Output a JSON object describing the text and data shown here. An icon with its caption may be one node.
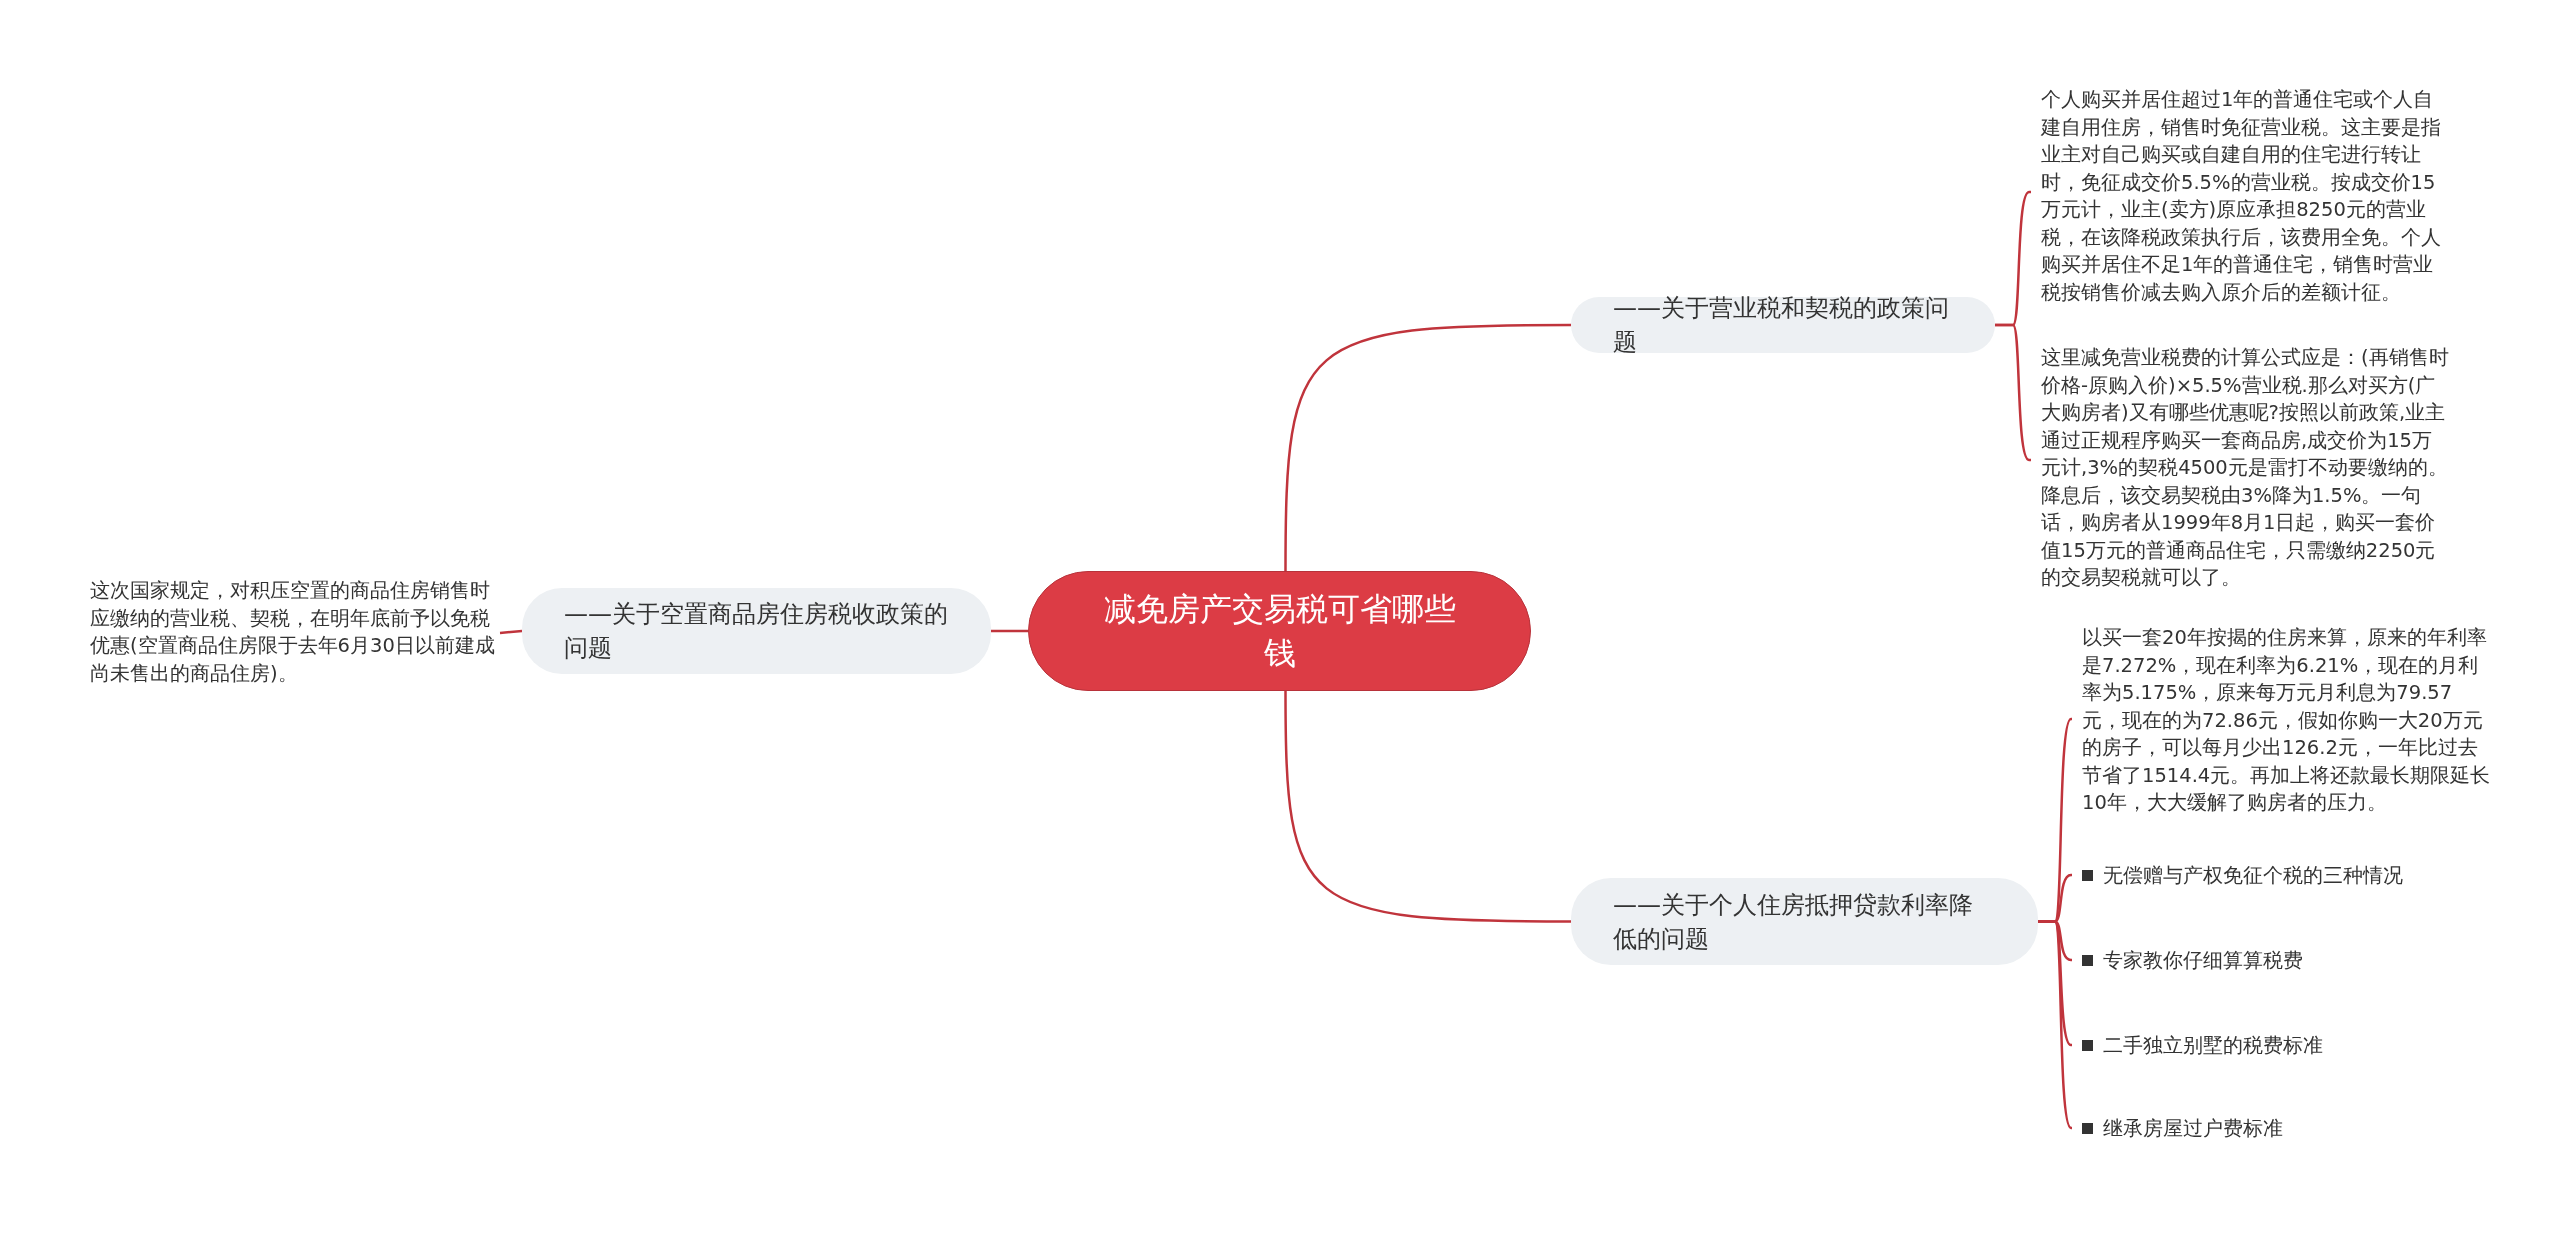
{
  "diagram": {
    "nodes": [
      {
        "text": [
          "减免房产交易税可省哪些钱"
        ]
      },
      {
        "text": [
          "——关于营业税和契税的政策问题"
        ]
      },
      {
        "text": [
          "个人购买并居住超过1年的普通住宅或个人自建自用住房，销售时免征营业税。这主要是指业主对自己购买或自建自用的住宅进行转让时，免征成交价5.5%的营业税。按成交价15万元计，业主(卖方)原应承担8250元的营业税，在该降税政策执行后，该费用全免。个人购买并居住不足1年的普通住宅，销售时营业税按销售价减去购入原介后的差额计征。"
        ]
      },
      {
        "text": [
          "这里减免营业税费的计算公式应是：(再销售时价格-原购入价)×5.5%营业税.那么对买方(广大购房者)又有哪些优惠呢?按照以前政策,业主通过正规程序购买一套商品房,成交价为15万元计,3%的契税4500元是雷打不动要缴纳的。降息后，该交易契税由3%降为1.5%。一句话，购房者从1999年8月1日起，购买一套价值15万元的普通商品住宅，只需缴纳2250元的交易契税就可以了。"
        ]
      },
      {
        "text": [
          "——关于个人住房抵押贷款利率降低的问题"
        ]
      },
      {
        "text": [
          "以买一套20年按揭的住房来算，原来的年利率是7.272%，现在利率为6.21%，现在的月利率为5.175%，原来每万元月利息为79.57元，现在的为72.86元，假如你购一大20万元的房子，可以每月少出126.2元，一年比过去节省了1514.4元。再加上将还款最长期限延长10年，大大缓解了购房者的压力。"
        ]
      },
      {
        "text": [
          "无偿赠与产权免征个税的三种情况"
        ]
      },
      {
        "text": [
          "专家教你仔细算算税费"
        ]
      },
      {
        "text": [
          "二手独立别墅的税费标准"
        ]
      },
      {
        "text": [
          "继承房屋过户费标准"
        ]
      },
      {
        "text": [
          "——关于空置商品房住房税收政策的问题"
        ]
      },
      {
        "text": [
          "这次国家规定，对积压空置的商品住房销售时应缴纳的营业税、契税，在明年底前予以免税优惠(空置商品住房限于去年6月30日以前建成尚未售出的商品住房)。"
        ]
      }
    ],
    "edges": [
      {
        "from": 0,
        "to": 1,
        "arrow": "none"
      },
      {
        "from": 1,
        "to": 2,
        "arrow": "none"
      },
      {
        "from": 1,
        "to": 3,
        "arrow": "none"
      },
      {
        "from": 0,
        "to": 4,
        "arrow": "none"
      },
      {
        "from": 4,
        "to": 5,
        "arrow": "none"
      },
      {
        "from": 4,
        "to": 6,
        "arrow": "none"
      },
      {
        "from": 4,
        "to": 7,
        "arrow": "none"
      },
      {
        "from": 4,
        "to": 8,
        "arrow": "none"
      },
      {
        "from": 4,
        "to": 9,
        "arrow": "none"
      },
      {
        "from": 0,
        "to": 10,
        "arrow": "none"
      },
      {
        "from": 10,
        "to": 11,
        "arrow": "none"
      }
    ]
  }
}
